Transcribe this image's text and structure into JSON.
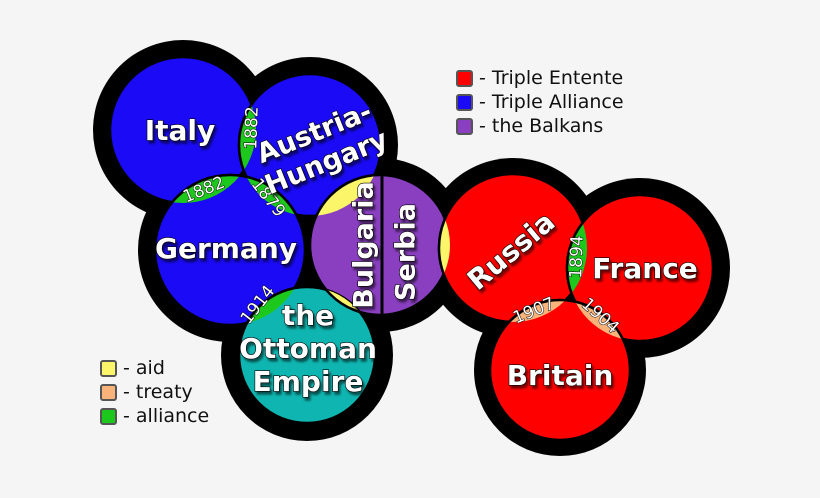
{
  "colors": {
    "background": "#f5f5f5",
    "triple_entente": "#ff0000",
    "triple_alliance": "#1a0af5",
    "balkans": "#8a3fc0",
    "ottoman": "#0fb5b0",
    "aid": "#fbf56a",
    "treaty": "#f7b37a",
    "alliance": "#1dc81d",
    "outline": "#000000"
  },
  "legend_blocs": [
    {
      "label": "- Triple Entente",
      "color": "#ff0000"
    },
    {
      "label": "- Triple Alliance",
      "color": "#1a0af5"
    },
    {
      "label": "- the Balkans",
      "color": "#8a3fc0"
    }
  ],
  "legend_relations": [
    {
      "label": "- aid",
      "color": "#fbf56a"
    },
    {
      "label": "- treaty",
      "color": "#f7b37a"
    },
    {
      "label": "- alliance",
      "color": "#1dc81d"
    }
  ],
  "countries": {
    "italy": {
      "name": "Italy",
      "bloc": "Triple Alliance"
    },
    "austria_hungary": {
      "name_line1": "Austria-",
      "name_line2": "Hungary",
      "bloc": "Triple Alliance"
    },
    "germany": {
      "name": "Germany",
      "bloc": "Triple Alliance"
    },
    "bulgaria": {
      "name": "Bulgaria",
      "bloc": "the Balkans"
    },
    "serbia": {
      "name": "Serbia",
      "bloc": "the Balkans"
    },
    "ottoman": {
      "line1": "the",
      "line2": "Ottoman",
      "line3": "Empire"
    },
    "russia": {
      "name": "Russia",
      "bloc": "Triple Entente"
    },
    "france": {
      "name": "France",
      "bloc": "Triple Entente"
    },
    "britain": {
      "name": "Britain",
      "bloc": "Triple Entente"
    }
  },
  "relations": [
    {
      "between": [
        "Italy",
        "Austria-Hungary"
      ],
      "type": "alliance",
      "year": "1882"
    },
    {
      "between": [
        "Italy",
        "Germany"
      ],
      "type": "alliance",
      "year": "1882"
    },
    {
      "between": [
        "Austria-Hungary",
        "Germany"
      ],
      "type": "alliance",
      "year": "1879"
    },
    {
      "between": [
        "Germany",
        "the Ottoman Empire"
      ],
      "type": "alliance",
      "year": "1914"
    },
    {
      "between": [
        "Austria-Hungary",
        "Bulgaria"
      ],
      "type": "aid",
      "year": ""
    },
    {
      "between": [
        "the Ottoman Empire",
        "Bulgaria"
      ],
      "type": "aid",
      "year": ""
    },
    {
      "between": [
        "Serbia",
        "Russia"
      ],
      "type": "aid",
      "year": ""
    },
    {
      "between": [
        "Russia",
        "France"
      ],
      "type": "alliance",
      "year": "1894"
    },
    {
      "between": [
        "Russia",
        "Britain"
      ],
      "type": "treaty",
      "year": "1907"
    },
    {
      "between": [
        "France",
        "Britain"
      ],
      "type": "treaty",
      "year": "1904"
    }
  ]
}
